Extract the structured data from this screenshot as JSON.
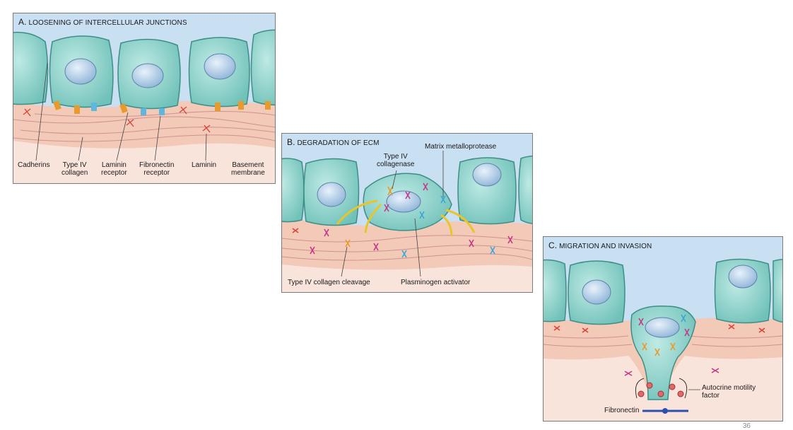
{
  "panel_a": {
    "letter": "A.",
    "title": "LOOSENING OF INTERCELLULAR JUNCTIONS",
    "labels": {
      "cadherins": "Cadherins",
      "type_iv_collagen": "Type IV\ncollagen",
      "laminin_receptor": "Laminin\nreceptor",
      "fibronectin_receptor": "Fibronectin\nreceptor",
      "laminin": "Laminin",
      "basement_membrane": "Basement\nmembrane"
    }
  },
  "panel_b": {
    "letter": "B.",
    "title": "DEGRADATION OF ECM",
    "labels": {
      "type_iv_collagenase": "Type IV\ncollagenase",
      "matrix_metalloprotease": "Matrix metalloprotease",
      "type_iv_collagen_cleavage": "Type IV collagen cleavage",
      "plasminogen_activator": "Plasminogen activator"
    }
  },
  "panel_c": {
    "letter": "C.",
    "title": "MIGRATION AND INVASION",
    "labels": {
      "autocrine_motility_factor": "Autocrine motility\nfactor",
      "fibronectin": "Fibronectin"
    }
  },
  "page_number": "36",
  "colors": {
    "background_blue": "#c9dff2",
    "cell_fill": "#8fd3cc",
    "nucleus": "#aecde8",
    "membrane_pink": "#f2c7b4",
    "basement_band": "#f5d8cc",
    "laminin_red": "#d8443a",
    "collagenase_orange": "#e89a2a",
    "metalloprotease_blue": "#3aa6d8",
    "activator_magenta": "#c23a8a",
    "arrow_yellow": "#e8c62a"
  }
}
